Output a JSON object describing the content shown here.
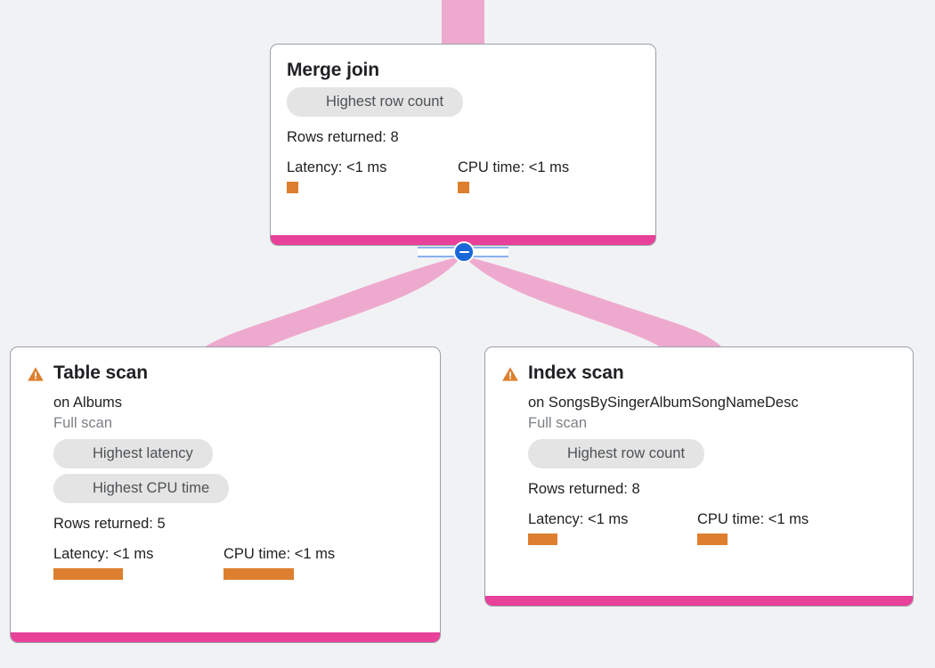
{
  "theme": {
    "background": "#f1f2f4",
    "card_bg": "#ffffff",
    "card_border": "#9aa0a6",
    "accent_bar": "#e8419a",
    "edge_ribbon": "#eeaace",
    "metric_bar": "#dd7f2e",
    "chip_bg": "#e4e4e4",
    "chip_text": "#4e5256",
    "warning": "#dd7f2e",
    "collapse_blue": "#1a68d8",
    "rail_blue": "#8ab0f0"
  },
  "graph": {
    "name": "query-execution-plan",
    "edges": [
      {
        "name": "edge-root-to-merge-join",
        "from": "root",
        "to": "merge-join"
      },
      {
        "name": "edge-merge-join-to-table-scan",
        "from": "merge-join",
        "to": "table-scan"
      },
      {
        "name": "edge-merge-join-to-index-scan",
        "from": "merge-join",
        "to": "index-scan"
      }
    ]
  },
  "collapse_control": {
    "name": "collapse-children-toggle",
    "state": "expanded",
    "icon": "minus-icon"
  },
  "nodes": {
    "merge_join": {
      "title": "Merge join",
      "has_warning": false,
      "chips": [
        "Highest row count"
      ],
      "rows_returned": "Rows returned: 8",
      "metrics": [
        {
          "label": "Latency: <1 ms",
          "name": "latency"
        },
        {
          "label": "CPU time: <1 ms",
          "name": "cpu-time"
        }
      ]
    },
    "table_scan": {
      "title": "Table scan",
      "has_warning": true,
      "warning_icon": "warning-triangle-icon",
      "target": "on Albums",
      "scan_type": "Full scan",
      "chips": [
        "Highest latency",
        "Highest CPU time"
      ],
      "rows_returned": "Rows returned: 5",
      "metrics": [
        {
          "label": "Latency: <1 ms",
          "name": "latency"
        },
        {
          "label": "CPU time: <1 ms",
          "name": "cpu-time"
        }
      ]
    },
    "index_scan": {
      "title": "Index scan",
      "has_warning": true,
      "warning_icon": "warning-triangle-icon",
      "target": "on SongsBySingerAlbumSongNameDesc",
      "scan_type": "Full scan",
      "chips": [
        "Highest row count"
      ],
      "rows_returned": "Rows returned: 8",
      "metrics": [
        {
          "label": "Latency: <1 ms",
          "name": "latency"
        },
        {
          "label": "CPU time: <1 ms",
          "name": "cpu-time"
        }
      ]
    }
  }
}
